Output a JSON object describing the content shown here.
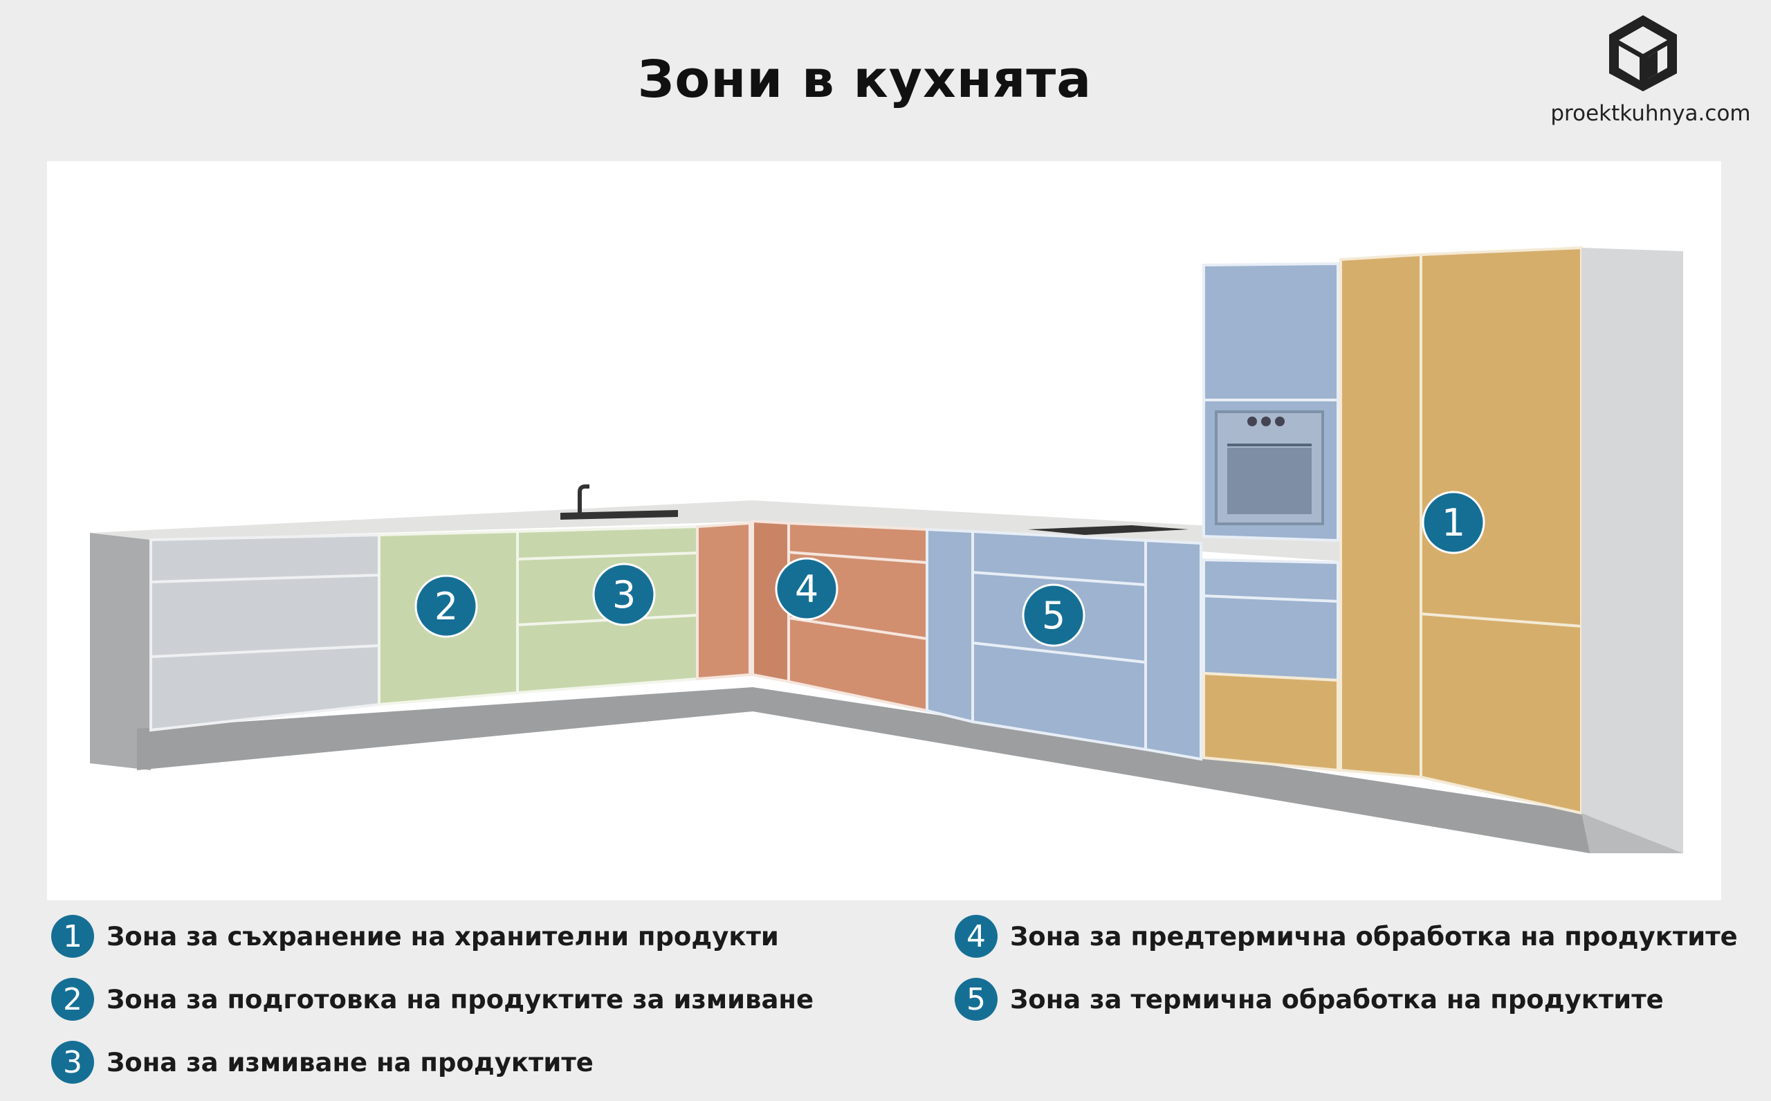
{
  "title": "Зони в кухнята",
  "logo": {
    "icon": "cube-house-icon",
    "text": "proektkuhnya.com"
  },
  "colors": {
    "badge": "#156f95",
    "zone_1_storage": "#d6ae6c",
    "zone_2_preparation": "#c8d6ac",
    "zone_3_washing": "#c8d6ac",
    "zone_4_pre_thermal": "#d18f70",
    "zone_5_thermal": "#9db3cf",
    "neutral_cabinets": "#ccd0d4"
  },
  "zones": [
    {
      "number": "1",
      "label": "Зона за съхранение на хранителни продукти"
    },
    {
      "number": "2",
      "label": "Зона за подготовка на продуктите за измиване"
    },
    {
      "number": "3",
      "label": "Зона за измиване на продуктите"
    },
    {
      "number": "4",
      "label": "Зона за предтермична обработка на продуктите"
    },
    {
      "number": "5",
      "label": "Зона за термична обработка на продуктите"
    }
  ]
}
